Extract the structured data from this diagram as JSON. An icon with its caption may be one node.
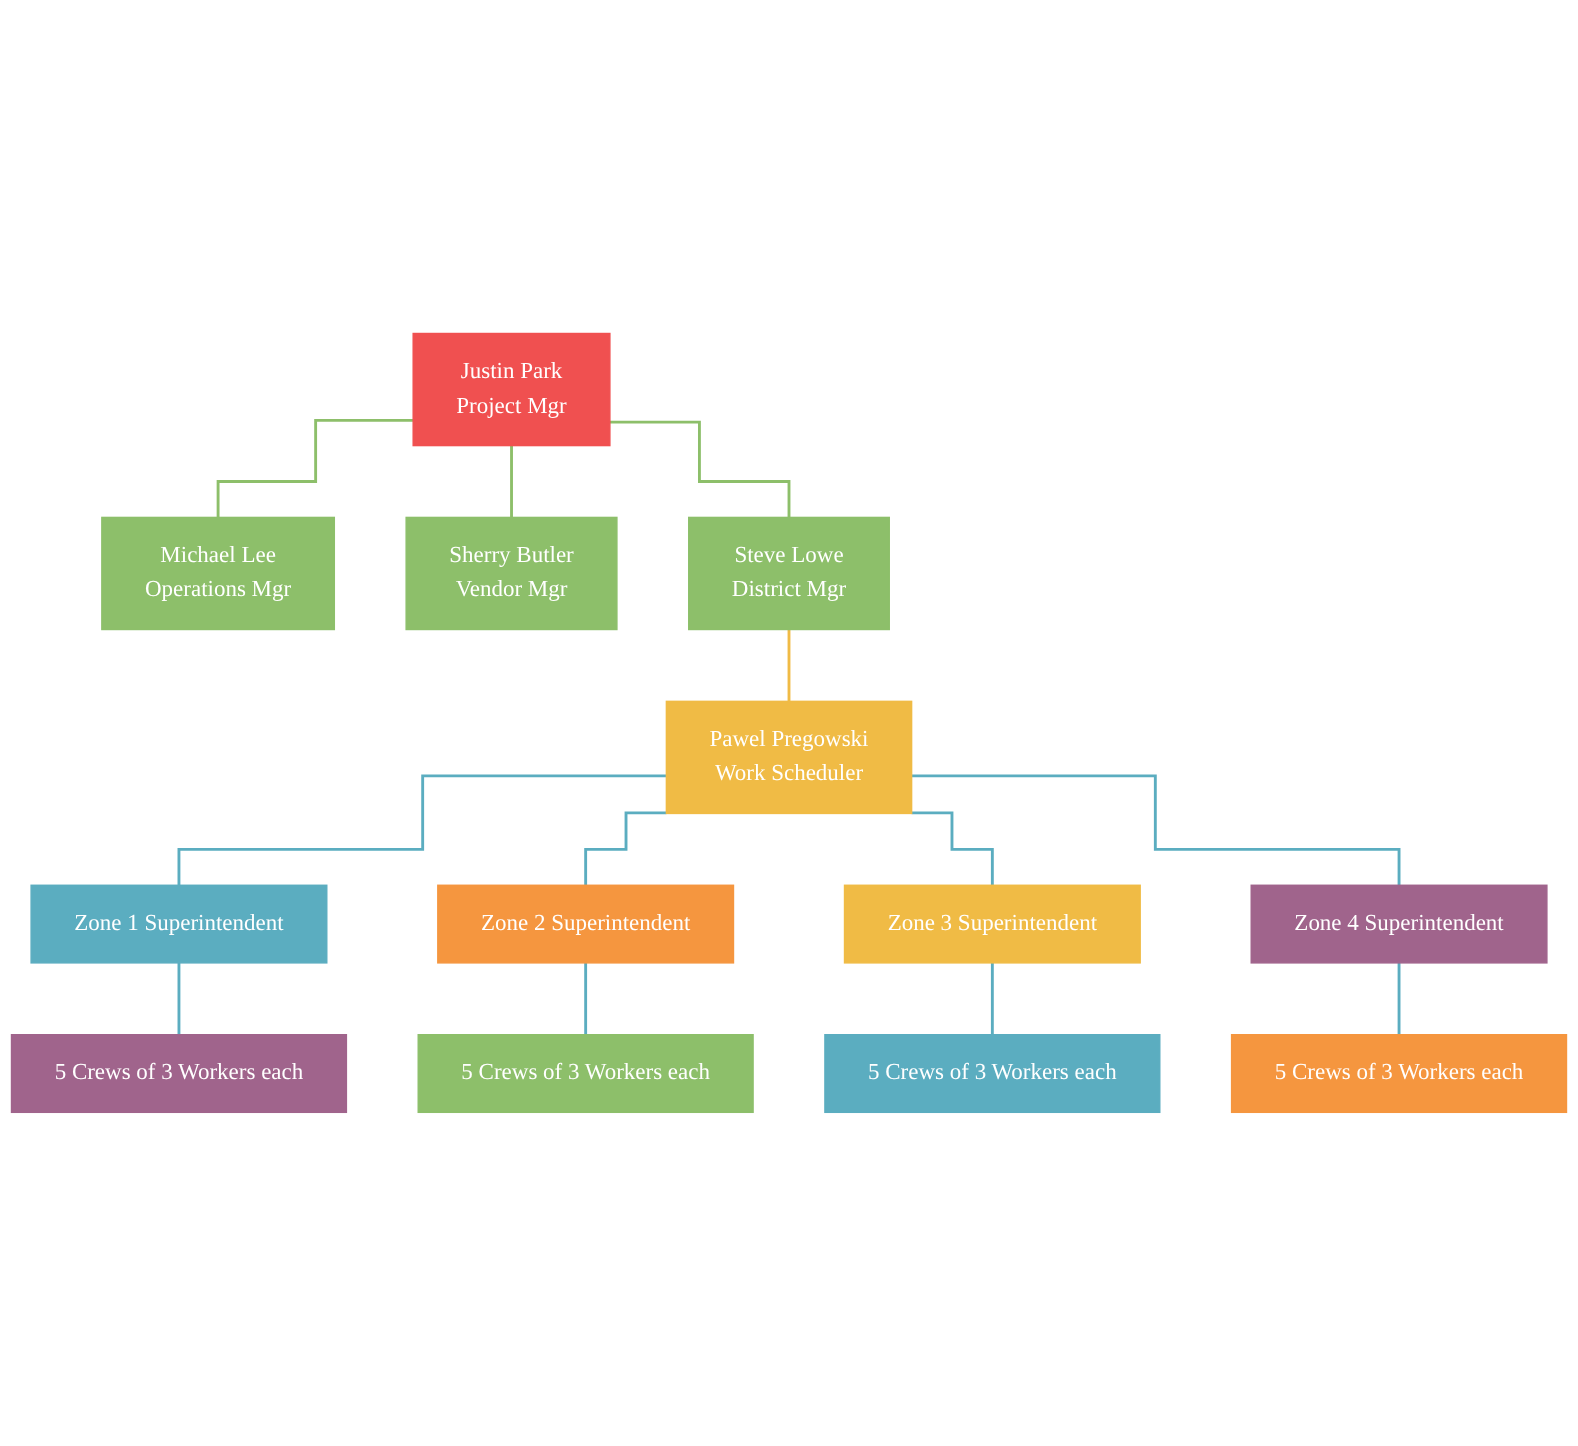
{
  "diagram": {
    "nodes": [
      {
        "text": [
          "Justin Park",
          "Project Mgr"
        ]
      },
      {
        "text": [
          "Michael Lee",
          "Operations Mgr"
        ]
      },
      {
        "text": [
          "Sherry Butler",
          "Vendor Mgr"
        ]
      },
      {
        "text": [
          "Steve Lowe",
          "District Mgr"
        ]
      },
      {
        "text": [
          "Pawel Pregowski",
          "Work Scheduler"
        ]
      },
      {
        "text": [
          "Zone 1 Superintendent"
        ]
      },
      {
        "text": [
          "Zone 2 Superintendent"
        ]
      },
      {
        "text": [
          "Zone 3 Superintendent"
        ]
      },
      {
        "text": [
          "Zone 4 Superintendent"
        ]
      },
      {
        "text": [
          "5 Crews of 3 Workers each"
        ]
      },
      {
        "text": [
          "5 Crews of 3 Workers each"
        ]
      },
      {
        "text": [
          "5 Crews of 3 Workers each"
        ]
      },
      {
        "text": [
          "5 Crews of 3 Workers each"
        ]
      }
    ],
    "edges": [
      {
        "from": 0,
        "to": 1,
        "arrow": "none",
        "color": "#8dbf6a"
      },
      {
        "from": 0,
        "to": 2,
        "arrow": "none",
        "color": "#8dbf6a"
      },
      {
        "from": 0,
        "to": 3,
        "arrow": "none",
        "color": "#8dbf6a"
      },
      {
        "from": 3,
        "to": 4,
        "arrow": "none",
        "color": "#f0bb45"
      },
      {
        "from": 4,
        "to": 5,
        "arrow": "none"
      },
      {
        "from": 4,
        "to": 6,
        "arrow": "none"
      },
      {
        "from": 4,
        "to": 7,
        "arrow": "none"
      },
      {
        "from": 4,
        "to": 8,
        "arrow": "none"
      },
      {
        "from": 5,
        "to": 9,
        "arrow": "none"
      },
      {
        "from": 6,
        "to": 10,
        "arrow": "none"
      },
      {
        "from": 7,
        "to": 11,
        "arrow": "none"
      },
      {
        "from": 8,
        "to": 12,
        "arrow": "none"
      }
    ]
  }
}
